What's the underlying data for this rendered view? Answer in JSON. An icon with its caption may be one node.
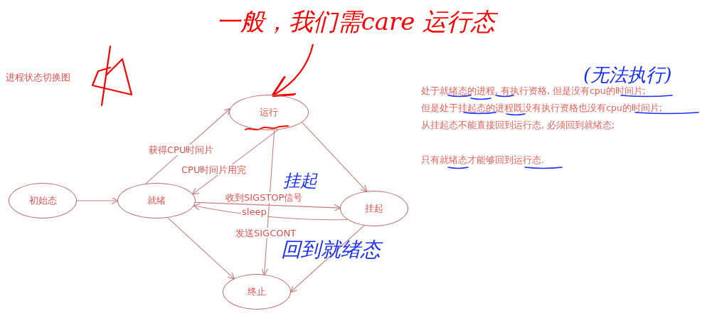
{
  "diagram": {
    "nodes": [
      {
        "text": [
          "一般，我们需care 运行态"
        ]
      },
      {
        "text": [
          "运行"
        ]
      },
      {
        "text": [
          "初始态"
        ]
      },
      {
        "text": [
          "就绪"
        ]
      },
      {
        "text": [
          "挂起"
        ]
      },
      {
        "text": [
          "终止"
        ]
      }
    ],
    "edges": [
      {
        "from": 0,
        "to": 1,
        "arrow": "to",
        "color": "#ff0000"
      },
      {
        "from": 2,
        "to": 3,
        "arrow": "to"
      },
      {
        "from": 3,
        "to": 1,
        "arrow": "to",
        "label": "获得CPU时间片"
      },
      {
        "from": 1,
        "to": 3,
        "arrow": "to",
        "label": "CPU时间片用完"
      },
      {
        "from": 3,
        "to": 4,
        "arrow": "to",
        "label": "收到SIGSTOP信号"
      },
      {
        "from": 4,
        "to": 3,
        "arrow": "to",
        "label": "发送SIGCONT"
      },
      {
        "from": 3,
        "to": 5,
        "arrow": "to"
      },
      {
        "from": 1,
        "to": 5,
        "arrow": "to"
      },
      {
        "from": 1,
        "to": 4,
        "arrow": "to"
      },
      {
        "from": 4,
        "to": 5,
        "arrow": "to"
      }
    ],
    "labels": [
      "进程状态切换图",
      "(无法执行)",
      "处于就绪态的进程, 有执行资格, 但是没有cpu的时间片;",
      "但是处于挂起态的进程既没有执行资格也没有cpu的时间片;",
      "从挂起态不能直接回到运行态, 必须回到就绪态;",
      "只有就绪态才能够回到运行态.",
      "挂起",
      "sleep",
      "回到就绪态"
    ]
  }
}
